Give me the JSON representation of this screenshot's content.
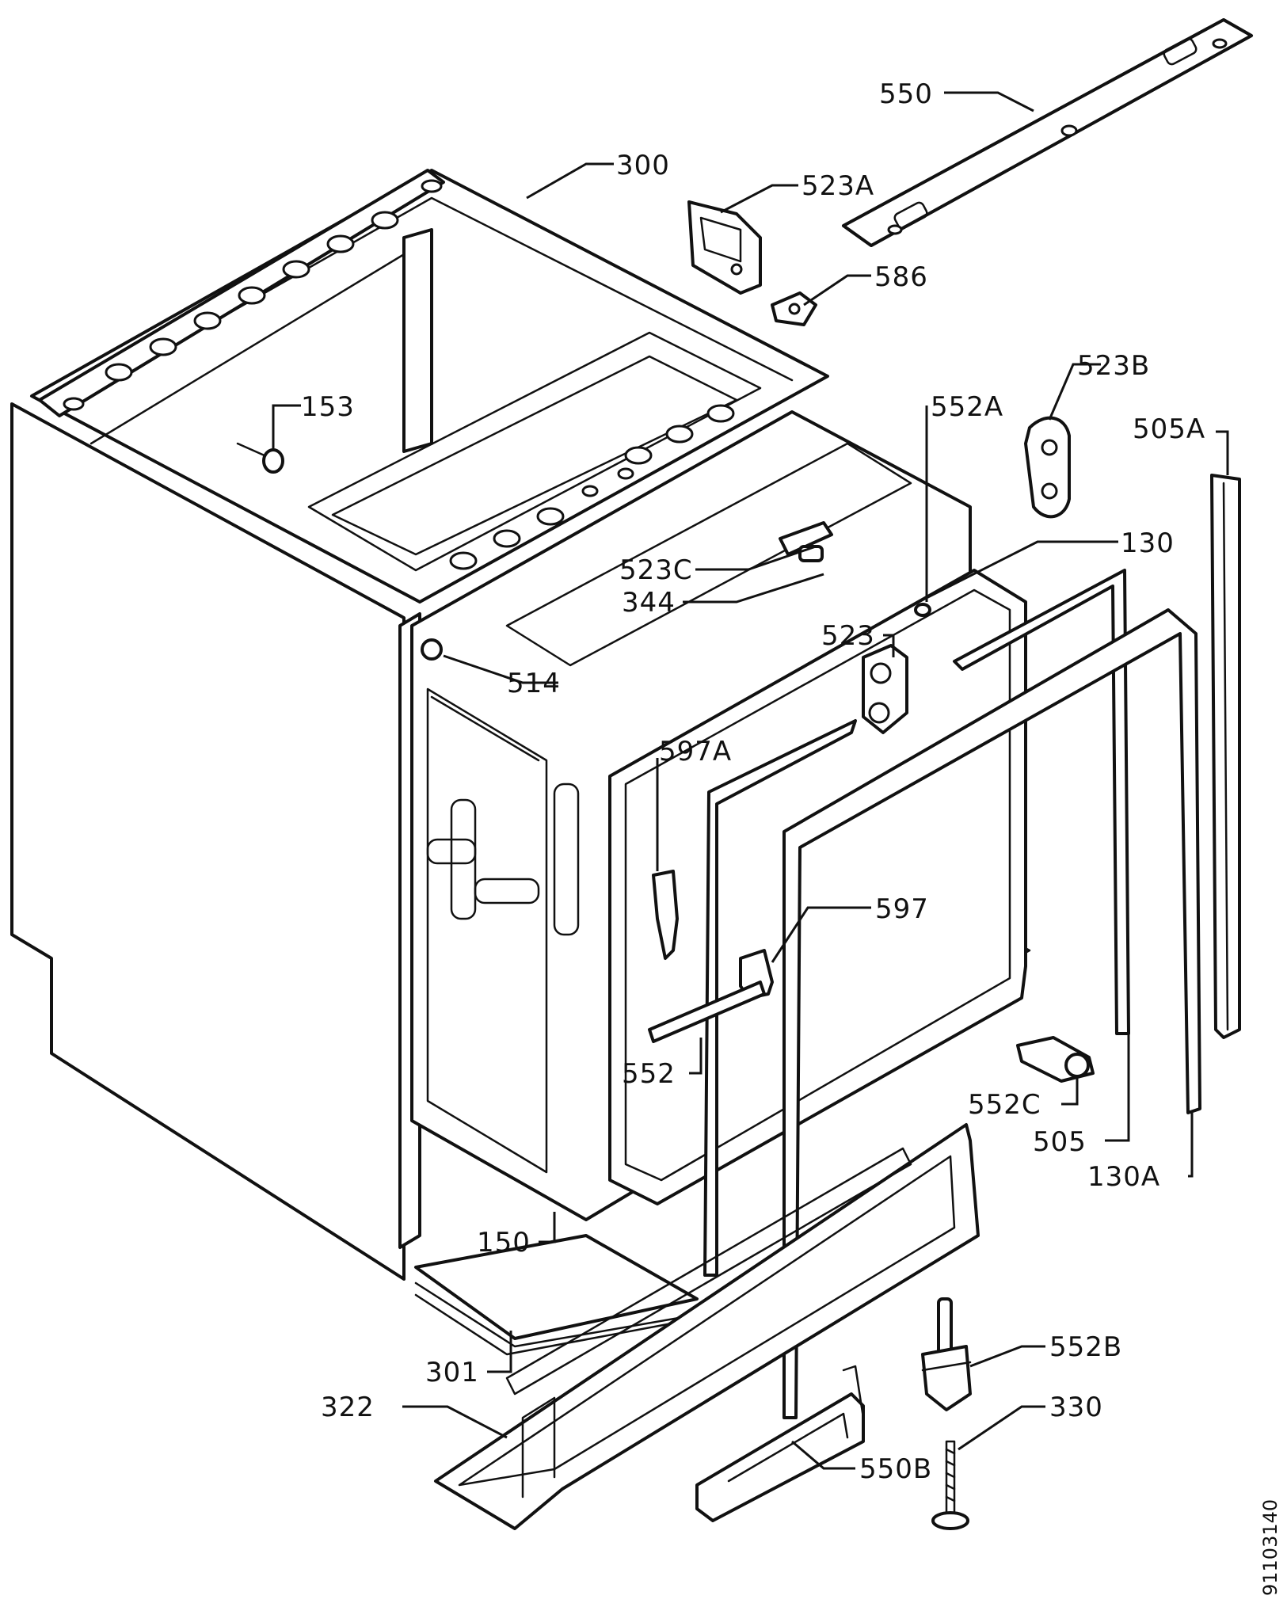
{
  "diagram": {
    "drawing_number": "91103140",
    "callouts": [
      {
        "id": "550",
        "label": "550"
      },
      {
        "id": "300",
        "label": "300"
      },
      {
        "id": "523A",
        "label": "523A"
      },
      {
        "id": "586",
        "label": "586"
      },
      {
        "id": "153",
        "label": "153"
      },
      {
        "id": "523B",
        "label": "523B"
      },
      {
        "id": "552A",
        "label": "552A"
      },
      {
        "id": "505A",
        "label": "505A"
      },
      {
        "id": "130",
        "label": "130"
      },
      {
        "id": "523C",
        "label": "523C"
      },
      {
        "id": "344",
        "label": "344"
      },
      {
        "id": "523",
        "label": "523"
      },
      {
        "id": "514",
        "label": "514"
      },
      {
        "id": "597A",
        "label": "597A"
      },
      {
        "id": "597",
        "label": "597"
      },
      {
        "id": "552",
        "label": "552"
      },
      {
        "id": "552C",
        "label": "552C"
      },
      {
        "id": "505",
        "label": "505"
      },
      {
        "id": "130A",
        "label": "130A"
      },
      {
        "id": "150",
        "label": "150"
      },
      {
        "id": "301",
        "label": "301"
      },
      {
        "id": "552B",
        "label": "552B"
      },
      {
        "id": "322",
        "label": "322"
      },
      {
        "id": "330",
        "label": "330"
      },
      {
        "id": "550B",
        "label": "550B"
      }
    ]
  }
}
